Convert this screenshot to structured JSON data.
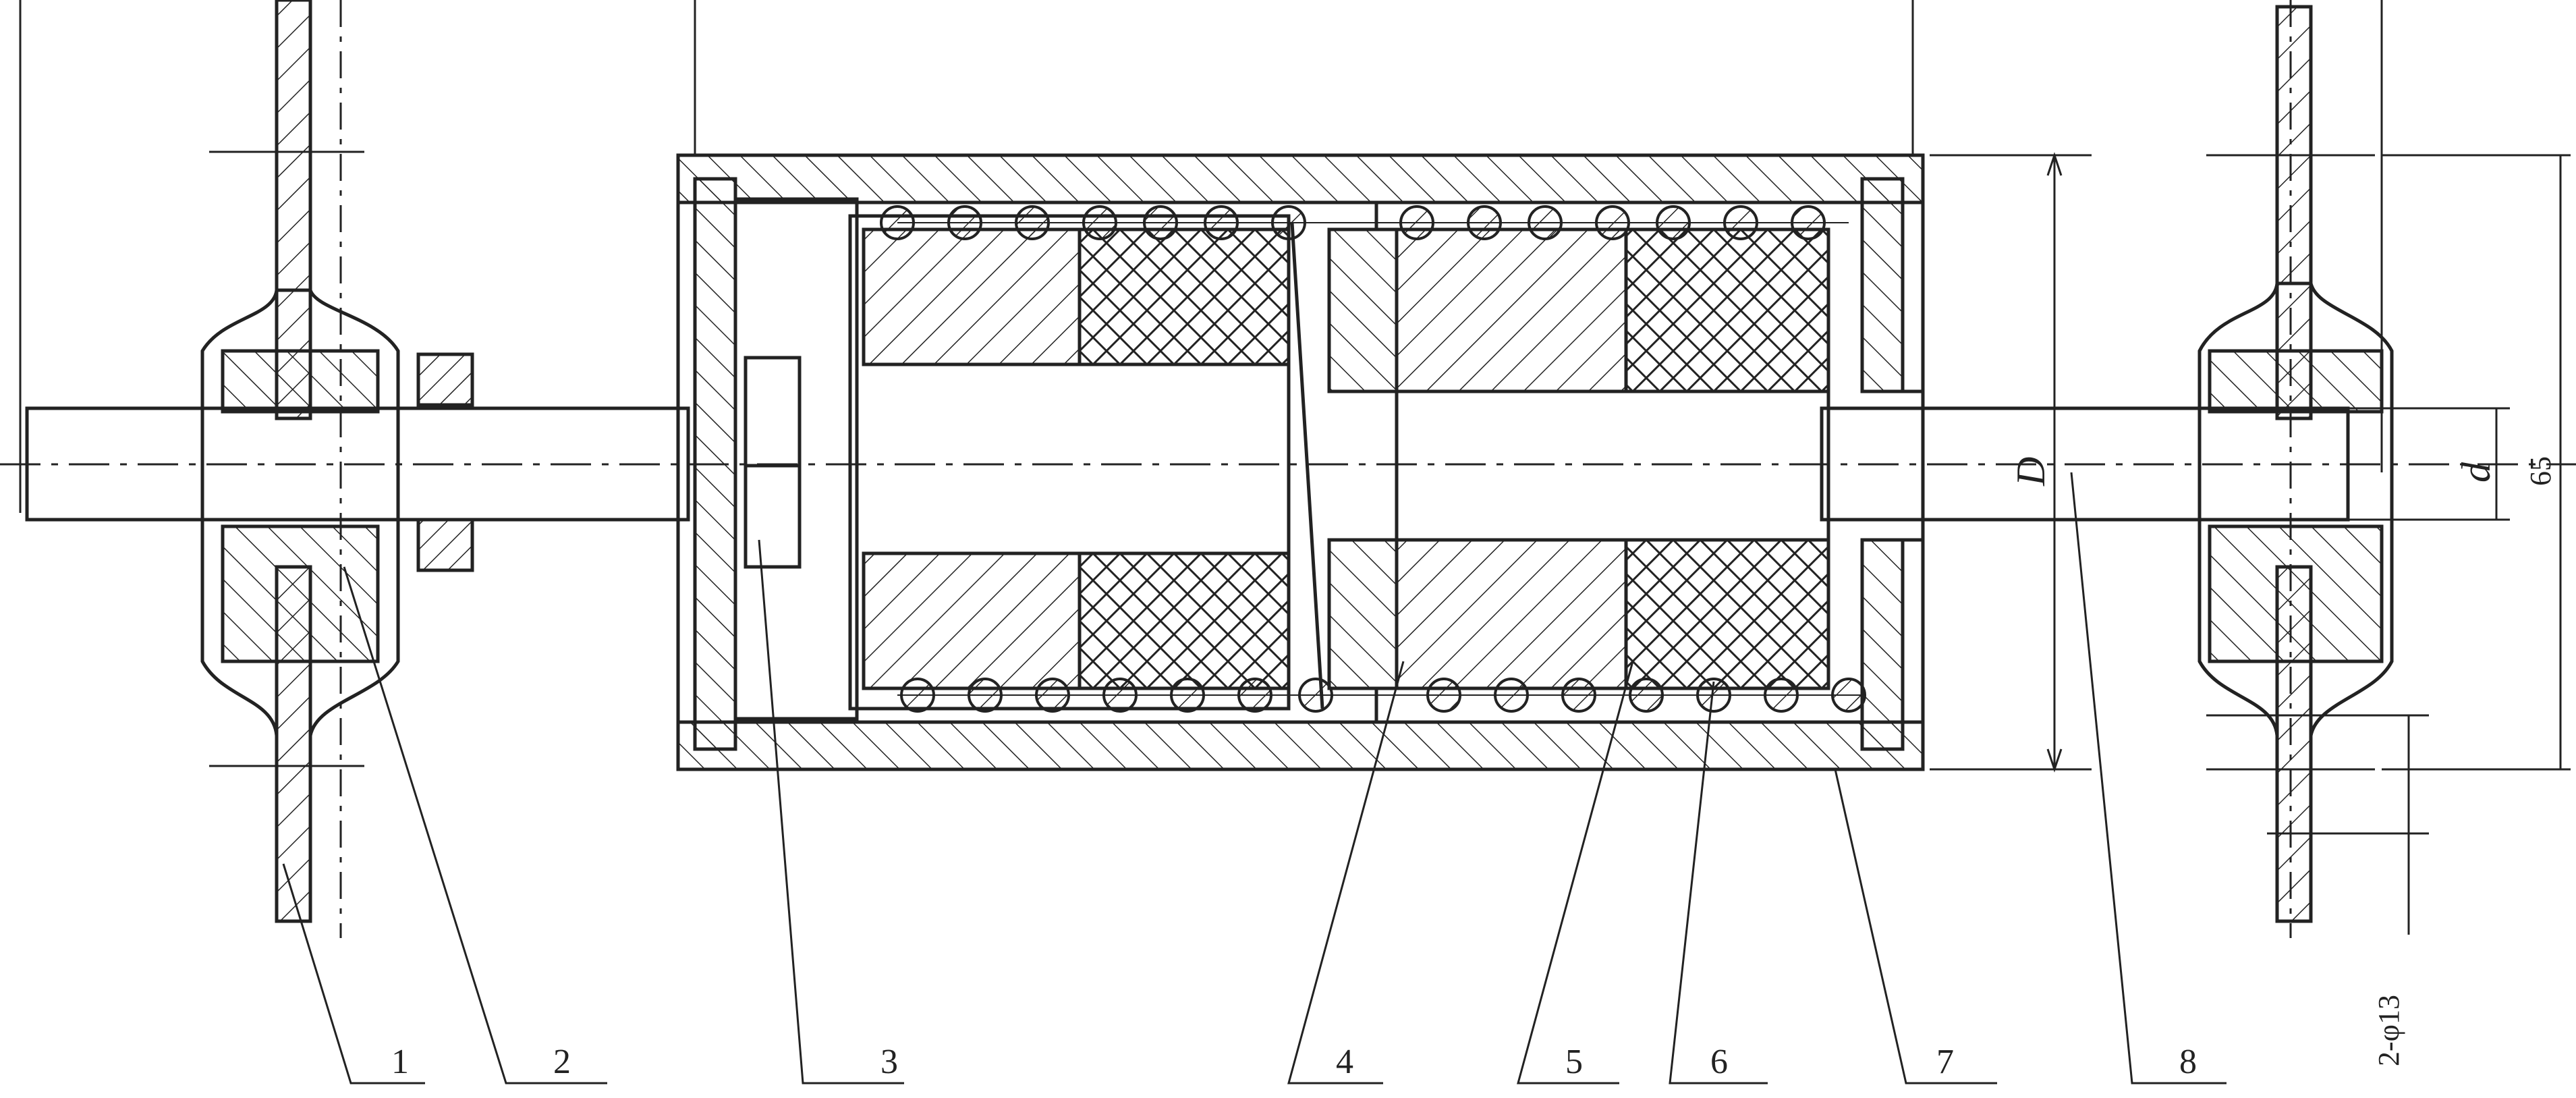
{
  "part_labels": [
    "1",
    "2",
    "3",
    "4",
    "5",
    "6",
    "7",
    "8"
  ],
  "dimensions": {
    "outer_diameter": "D",
    "rod_diameter": "d",
    "hole_spacing": "65",
    "hole_spec": "2-φ13"
  },
  "colors": {
    "line": "#222222",
    "background": "#ffffff"
  }
}
